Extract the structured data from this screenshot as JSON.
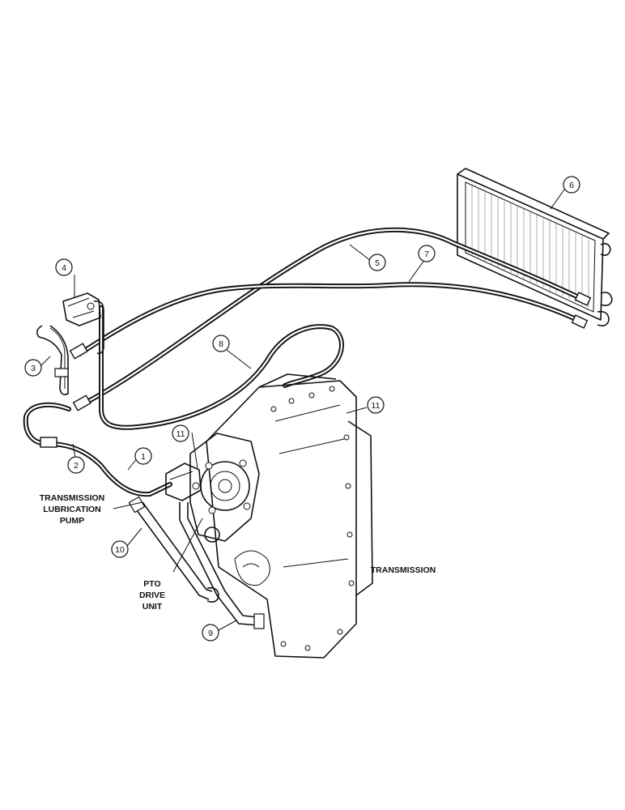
{
  "labels": {
    "pump_line1": "TRANSMISSION",
    "pump_line2": "LUBRICATION",
    "pump_line3": "PUMP",
    "pto_line1": "PTO",
    "pto_line2": "DRIVE",
    "pto_line3": "UNIT",
    "transmission": "TRANSMISSION"
  },
  "callouts": [
    "1",
    "2",
    "3",
    "4",
    "5",
    "6",
    "7",
    "8",
    "9",
    "10",
    "11",
    "11"
  ]
}
